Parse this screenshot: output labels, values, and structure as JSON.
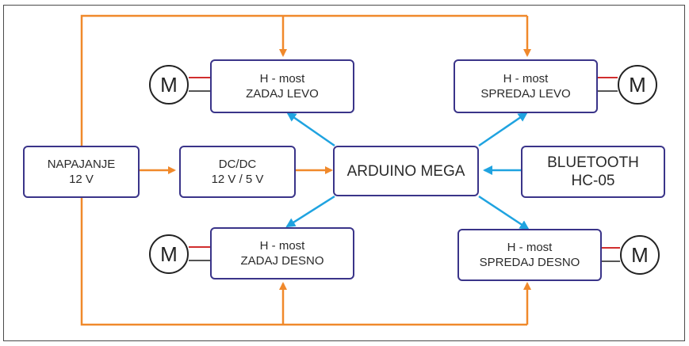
{
  "colors": {
    "power_wire": "#f0892b",
    "signal_wire": "#1fa3e0",
    "box_border": "#3a3489",
    "motor_plus": "#d12e2e",
    "motor_minus": "#555555"
  },
  "napajanje": {
    "line1": "NAPAJANJE",
    "line2": "12 V"
  },
  "dcdc": {
    "line1": "DC/DC",
    "line2": "12 V / 5 V"
  },
  "arduino": {
    "label": "ARDUINO MEGA"
  },
  "bluetooth": {
    "line1": "BLUETOOTH",
    "line2": "HC-05"
  },
  "h_bridges": {
    "zadaj_levo": {
      "line1": "H - most",
      "line2": "ZADAJ LEVO"
    },
    "spredaj_levo": {
      "line1": "H - most",
      "line2": "SPREDAJ LEVO"
    },
    "zadaj_desno": {
      "line1": "H - most",
      "line2": "ZADAJ DESNO"
    },
    "spredaj_desno": {
      "line1": "H - most",
      "line2": "SPREDAJ DESNO"
    }
  },
  "motor_label": "M"
}
